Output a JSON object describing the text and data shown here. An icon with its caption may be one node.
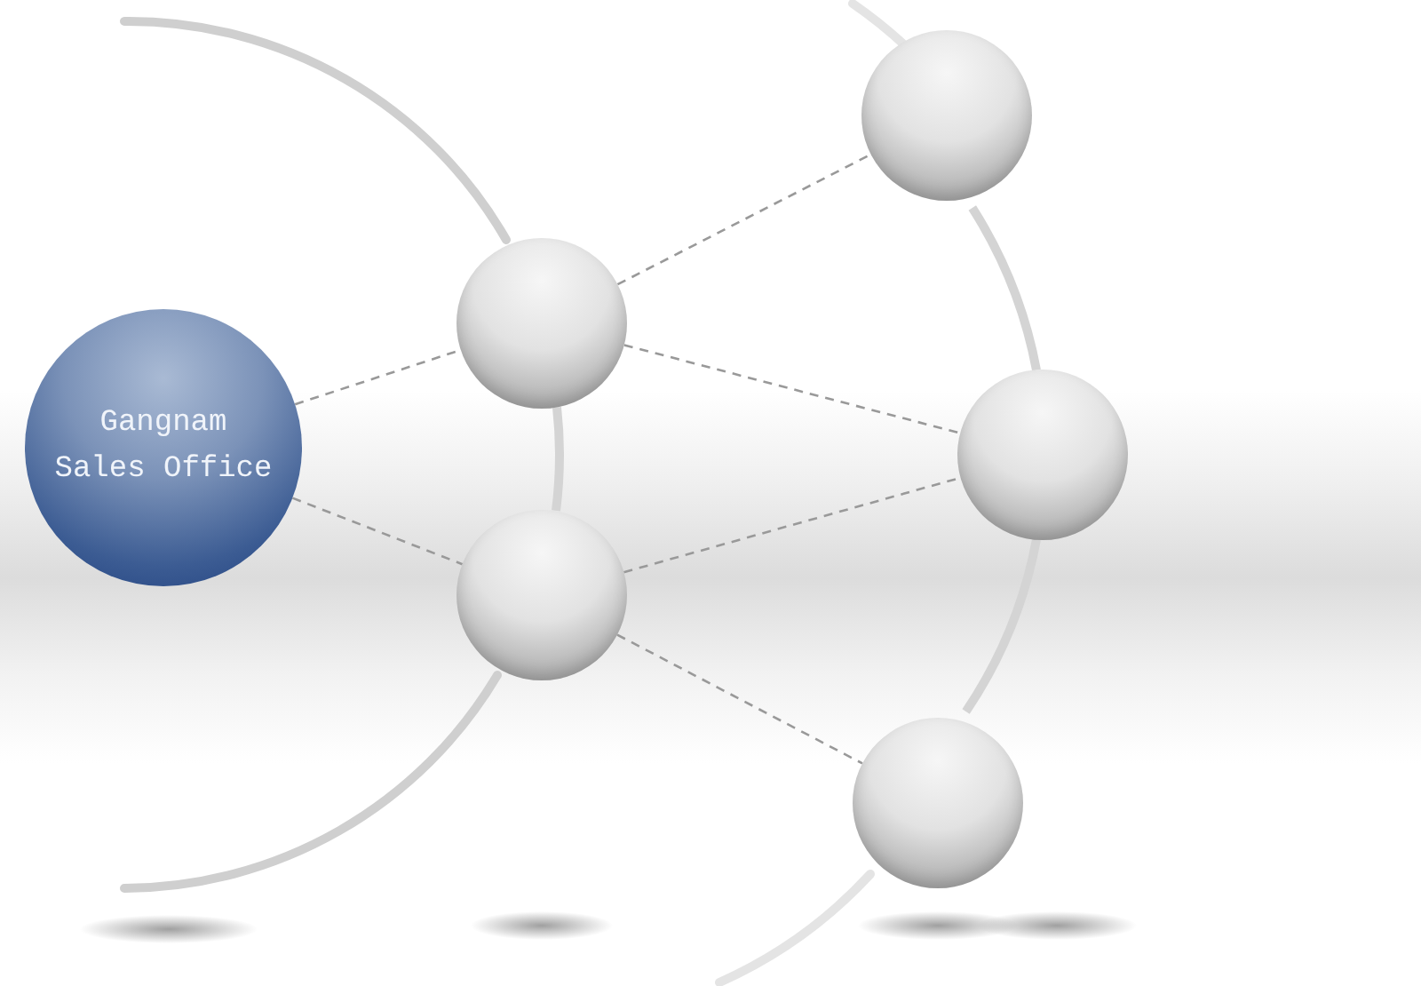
{
  "diagram": {
    "nodes": [
      {
        "text": [
          "Gangnam Sales Office"
        ]
      },
      {
        "text": [],
        "shape": "circle"
      },
      {
        "text": [],
        "shape": "circle"
      },
      {
        "text": [],
        "shape": "circle"
      },
      {
        "text": [],
        "shape": "circle"
      },
      {
        "text": [],
        "shape": "circle"
      }
    ],
    "edges": [
      {
        "from": 0,
        "to": 1,
        "arrow": "none",
        "style": "dashed"
      },
      {
        "from": 0,
        "to": 2,
        "arrow": "none",
        "style": "dashed"
      },
      {
        "from": 1,
        "to": 3,
        "arrow": "none",
        "style": "dashed"
      },
      {
        "from": 1,
        "to": 4,
        "arrow": "none",
        "style": "dashed"
      },
      {
        "from": 2,
        "to": 4,
        "arrow": "none",
        "style": "dashed"
      },
      {
        "from": 2,
        "to": 5,
        "arrow": "none",
        "style": "dashed"
      },
      {
        "from": 1,
        "to": 2,
        "arrow": "none",
        "style": "thick",
        "color": "#d4d4d4"
      },
      {
        "from": 3,
        "to": 4,
        "arrow": "none",
        "style": "thick",
        "color": "#d4d4d4"
      },
      {
        "from": 4,
        "to": 5,
        "arrow": "none",
        "style": "thick",
        "color": "#d4d4d4"
      }
    ]
  }
}
